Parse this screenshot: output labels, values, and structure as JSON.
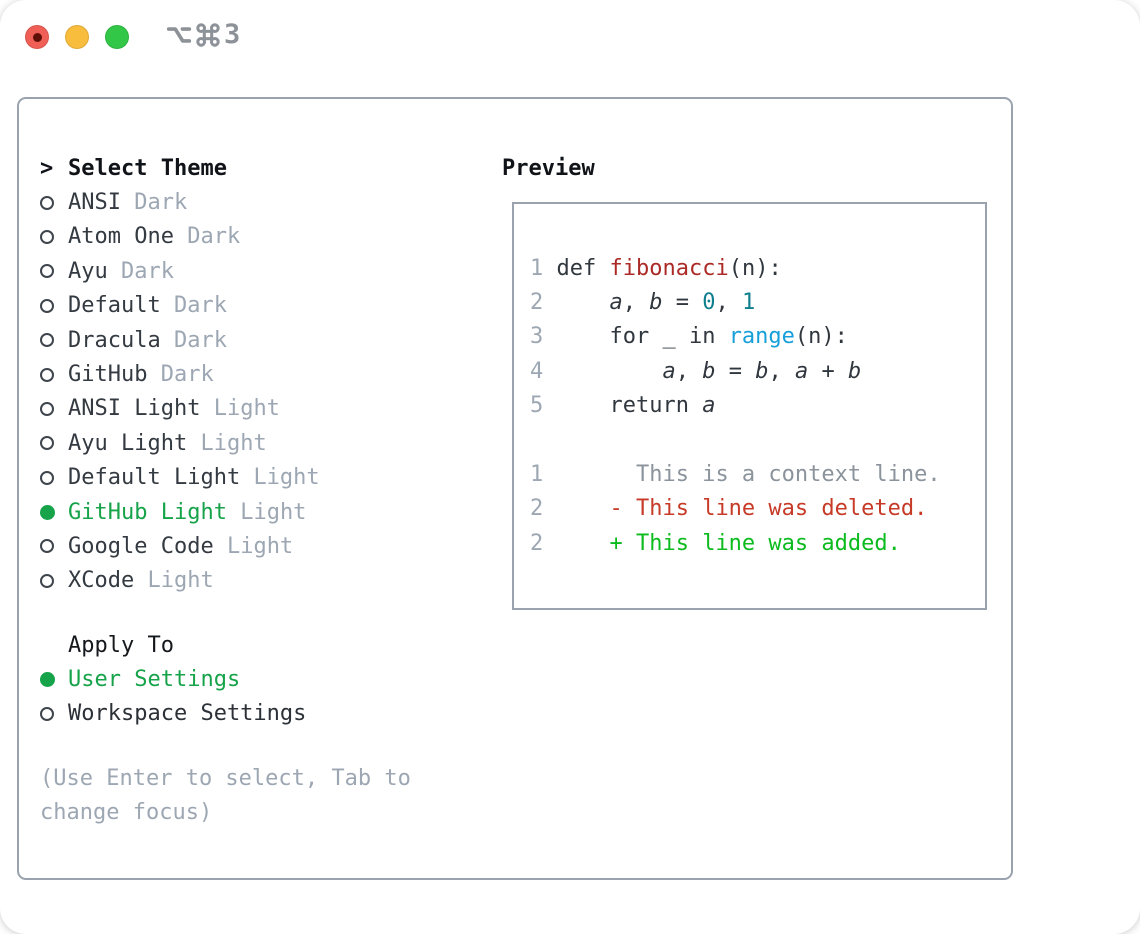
{
  "window": {
    "shortcut": {
      "modifier_icons": [
        "option-key",
        "command-key"
      ],
      "key_label": "3"
    },
    "traffic_lights": [
      "close",
      "minimize",
      "zoom"
    ]
  },
  "colors": {
    "accent_green": "#16a34a",
    "added_green": "#0cbb1e",
    "deleted_red": "#c63a27",
    "function_red": "#ab2a26",
    "number_teal": "#0f7f8d",
    "builtin_blue": "#179fd9",
    "text_dark": "#31373e",
    "muted_gray": "#9da7b3",
    "context_gray": "#8b939c",
    "border_gray": "#9aa3ad",
    "title_gray": "#8d9298",
    "traffic_red": "#f05f56",
    "traffic_yellow": "#f8bd3d",
    "traffic_green": "#33c748"
  },
  "theme_picker": {
    "header": {
      "prefix": ">",
      "label": "Select Theme"
    },
    "items": [
      {
        "name": "ANSI",
        "variant": "Dark",
        "selected": false
      },
      {
        "name": "Atom One",
        "variant": "Dark",
        "selected": false
      },
      {
        "name": "Ayu",
        "variant": "Dark",
        "selected": false
      },
      {
        "name": "Default",
        "variant": "Dark",
        "selected": false
      },
      {
        "name": "Dracula",
        "variant": "Dark",
        "selected": false
      },
      {
        "name": "GitHub",
        "variant": "Dark",
        "selected": false
      },
      {
        "name": "ANSI Light",
        "variant": "Light",
        "selected": false
      },
      {
        "name": "Ayu Light",
        "variant": "Light",
        "selected": false
      },
      {
        "name": "Default Light",
        "variant": "Light",
        "selected": false
      },
      {
        "name": "GitHub Light",
        "variant": "Light",
        "selected": true
      },
      {
        "name": "Google Code",
        "variant": "Light",
        "selected": false
      },
      {
        "name": "XCode",
        "variant": "Light",
        "selected": false
      }
    ]
  },
  "apply_to": {
    "header": "Apply To",
    "options": [
      {
        "label": "User Settings",
        "selected": true
      },
      {
        "label": "Workspace Settings",
        "selected": false
      }
    ]
  },
  "hint": {
    "text": "(Use Enter to select, Tab to change focus)"
  },
  "preview": {
    "header": "Preview",
    "lines": [
      {
        "ln": "1",
        "tokens": [
          {
            "t": "def ",
            "c": "text"
          },
          {
            "t": "fibonacci",
            "c": "func"
          },
          {
            "t": "(n):",
            "c": "text"
          }
        ]
      },
      {
        "ln": "2",
        "tokens": [
          {
            "t": "    ",
            "c": "text"
          },
          {
            "t": "a",
            "c": "var"
          },
          {
            "t": ", ",
            "c": "text"
          },
          {
            "t": "b",
            "c": "var"
          },
          {
            "t": " = ",
            "c": "text"
          },
          {
            "t": "0",
            "c": "num"
          },
          {
            "t": ", ",
            "c": "text"
          },
          {
            "t": "1",
            "c": "num"
          }
        ]
      },
      {
        "ln": "3",
        "tokens": [
          {
            "t": "    for _ in ",
            "c": "text"
          },
          {
            "t": "range",
            "c": "builtin"
          },
          {
            "t": "(n):",
            "c": "text"
          }
        ]
      },
      {
        "ln": "4",
        "tokens": [
          {
            "t": "        ",
            "c": "text"
          },
          {
            "t": "a",
            "c": "var"
          },
          {
            "t": ", ",
            "c": "text"
          },
          {
            "t": "b",
            "c": "var"
          },
          {
            "t": " = ",
            "c": "text"
          },
          {
            "t": "b",
            "c": "var"
          },
          {
            "t": ", ",
            "c": "text"
          },
          {
            "t": "a",
            "c": "var"
          },
          {
            "t": " + ",
            "c": "text"
          },
          {
            "t": "b",
            "c": "var"
          }
        ]
      },
      {
        "ln": "5",
        "tokens": [
          {
            "t": "    return ",
            "c": "text"
          },
          {
            "t": "a",
            "c": "var"
          }
        ]
      },
      {
        "ln": "",
        "tokens": []
      },
      {
        "ln": "1",
        "tokens": [
          {
            "t": "      This is a context line.",
            "c": "ctx"
          }
        ]
      },
      {
        "ln": "2",
        "tokens": [
          {
            "t": "    - This line was deleted.",
            "c": "del"
          }
        ]
      },
      {
        "ln": "2",
        "tokens": [
          {
            "t": "    + This line was added.",
            "c": "add"
          }
        ]
      }
    ]
  }
}
